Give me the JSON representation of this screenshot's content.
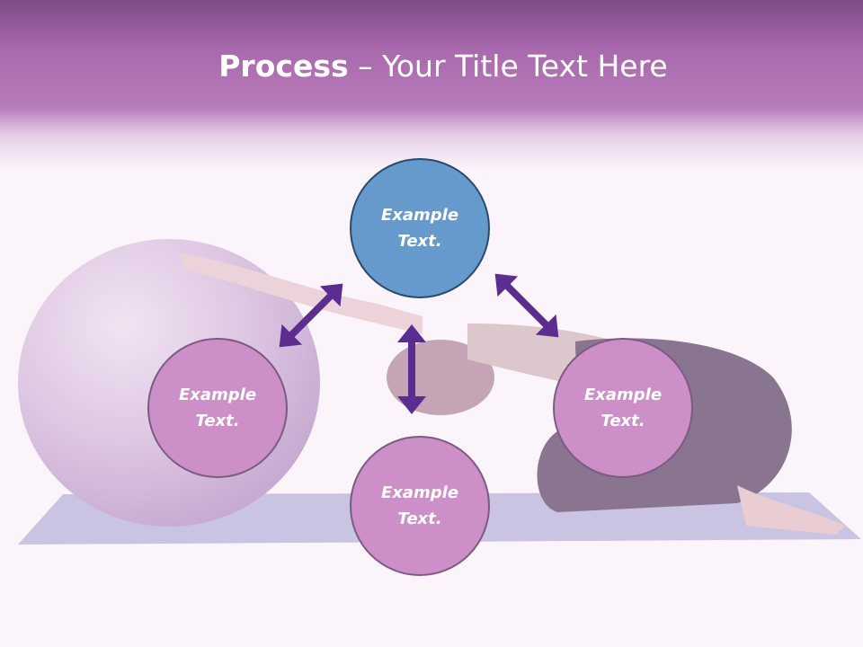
{
  "slide": {
    "title_bold": "Process",
    "title_rest": " – Your Title Text Here"
  },
  "nodes": {
    "top": {
      "label": "Example Text."
    },
    "left": {
      "label": "Example Text."
    },
    "right": {
      "label": "Example Text."
    },
    "bottom": {
      "label": "Example Text."
    }
  },
  "colors": {
    "header": "#b87cb9",
    "node_blue": "#6699cc",
    "node_pink": "#cc8fc7",
    "arrow": "#5c2d91"
  }
}
